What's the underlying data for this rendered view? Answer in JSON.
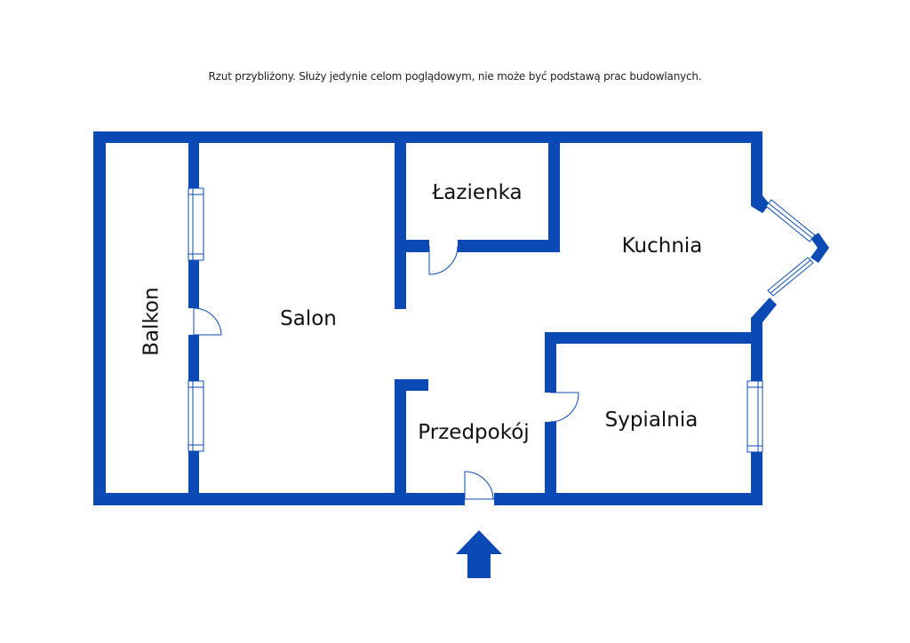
{
  "disclaimer": "Rzut przybliżony. Służy jedynie celom poglądowym, nie może być podstawą prac budowlanych.",
  "rooms": {
    "balcony": "Balkon",
    "living_room": "Salon",
    "bathroom": "Łazienka",
    "kitchen": "Kuchnia",
    "hallway": "Przedpokój",
    "bedroom": "Sypialnia"
  },
  "colors": {
    "wall": "#0b4ab4",
    "background": "#ffffff",
    "text": "#111111"
  },
  "icons": {
    "entrance": "entrance-arrow-icon"
  }
}
